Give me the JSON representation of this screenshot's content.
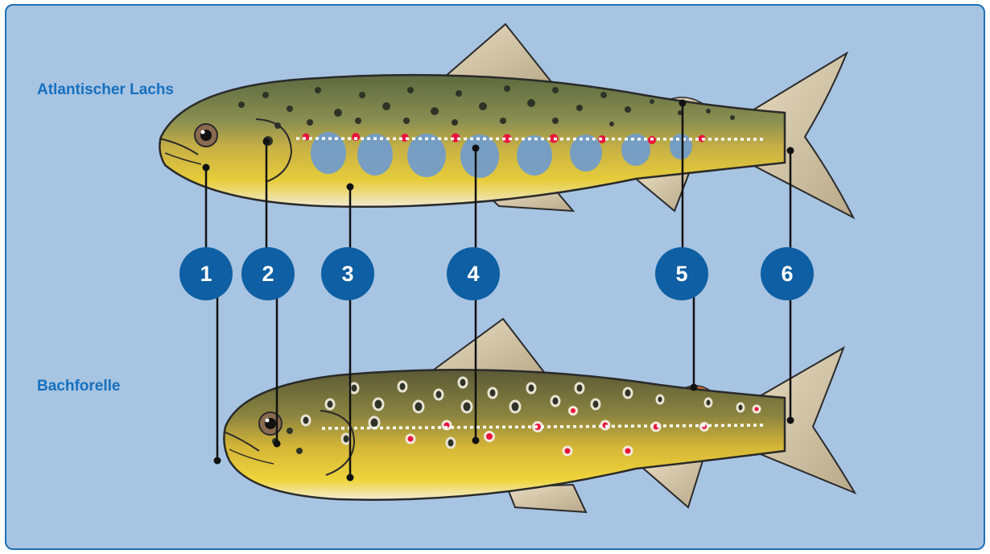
{
  "species": {
    "top": "Atlantischer Lachs",
    "bottom": "Bachforelle"
  },
  "markers": [
    "1",
    "2",
    "3",
    "4",
    "5",
    "6"
  ],
  "colors": {
    "background": "#a7c4e2",
    "frame": "#1d70b5",
    "label_text": "#1670bf",
    "marker_fill": "#0e5fa3",
    "red_spot": "#e8143c"
  }
}
